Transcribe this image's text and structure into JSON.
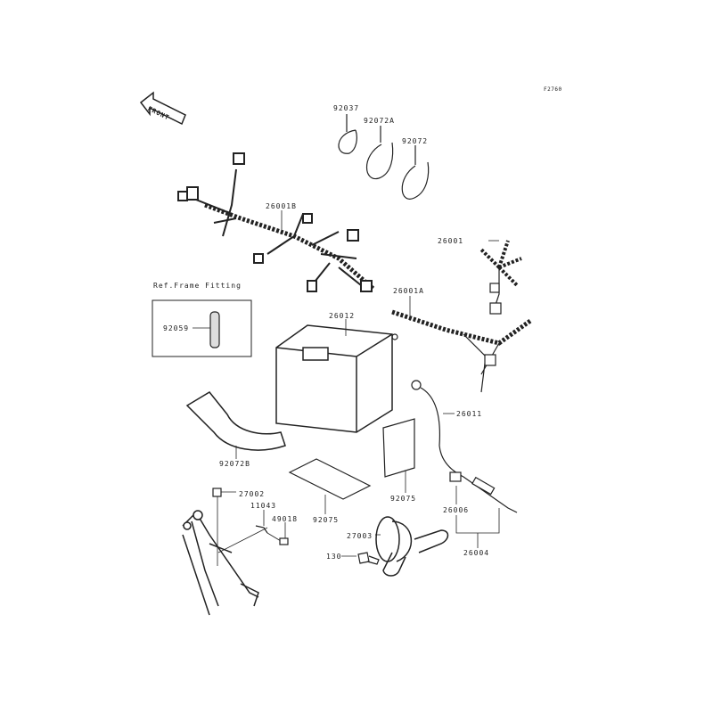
{
  "figure_code": "F2760",
  "front_indicator": "FRONT",
  "ref_box_title": "Ref.Frame Fitting",
  "parts": {
    "clamp_92037": "92037",
    "clamp_92072a": "92072A",
    "clamp_92072": "92072",
    "harness_sub": "26001B",
    "harness_main": "26001",
    "harness_sub_a": "26001A",
    "collar_92059": "92059",
    "battery": "26012",
    "battery_lead": "26011",
    "battery_band": "92072B",
    "battery_cover_pad": "92075",
    "battery_pad": "92075",
    "relay": "27002",
    "bracket_11043": "11043",
    "part_49018": "49018",
    "connector_26006": "26006",
    "horn": "27003",
    "bolt": "130",
    "lead_assy": "26004"
  }
}
